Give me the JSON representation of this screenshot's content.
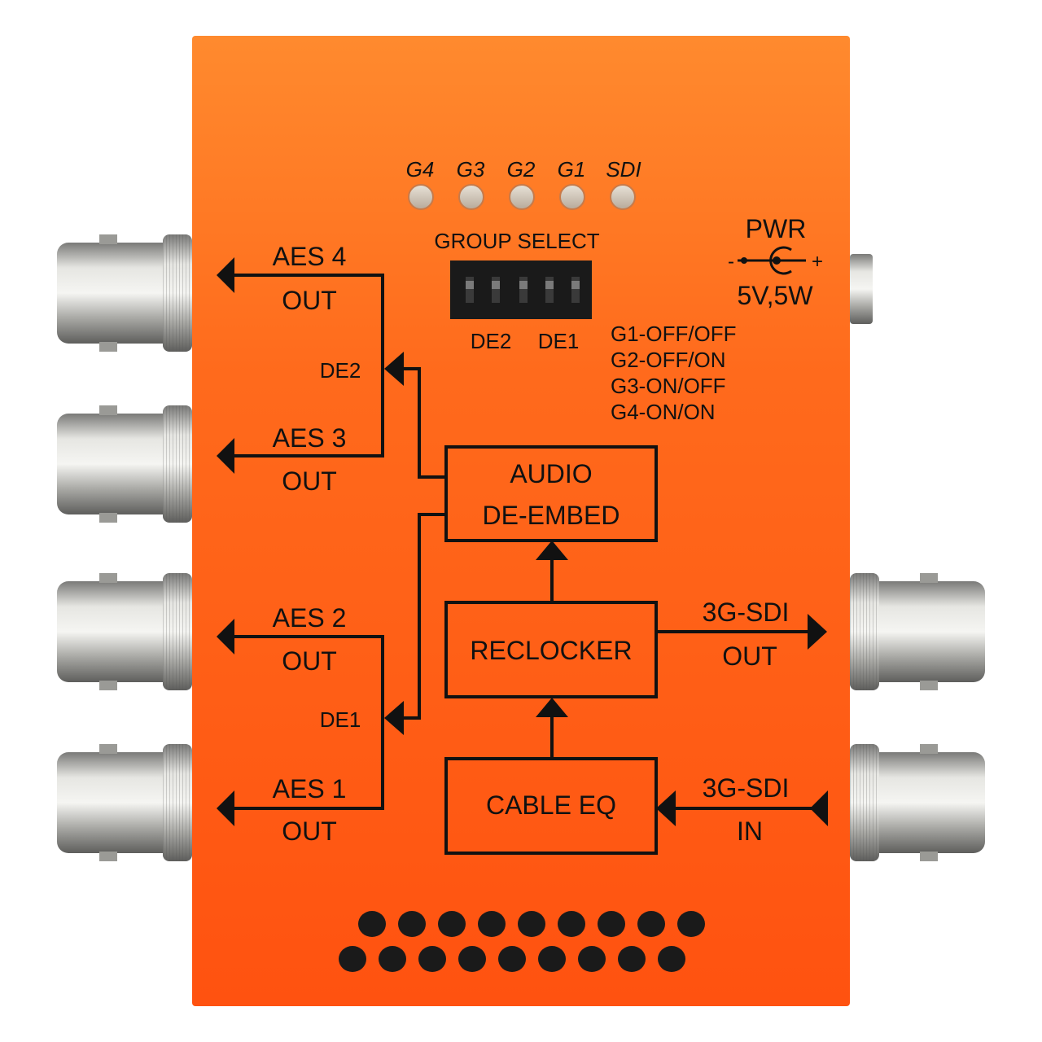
{
  "leds": [
    {
      "label": "G4"
    },
    {
      "label": "G3"
    },
    {
      "label": "G2"
    },
    {
      "label": "G1"
    },
    {
      "label": "SDI"
    }
  ],
  "group_select": {
    "title": "GROUP SELECT",
    "switch_labels": [
      "DE2",
      "DE1"
    ],
    "modes": [
      "G1-OFF/OFF",
      "G2-OFF/ON",
      "G3-ON/OFF",
      "G4-ON/ON"
    ]
  },
  "power": {
    "title": "PWR",
    "minus": "-",
    "plus": "+",
    "rating": "5V,5W"
  },
  "outputs": [
    {
      "line1": "AES 4",
      "line2": "OUT"
    },
    {
      "line1": "AES 3",
      "line2": "OUT"
    },
    {
      "line1": "AES 2",
      "line2": "OUT"
    },
    {
      "line1": "AES 1",
      "line2": "OUT"
    }
  ],
  "de_labels": [
    "DE2",
    "DE1"
  ],
  "blocks": {
    "audio_line1": "AUDIO",
    "audio_line2": "DE-EMBED",
    "reclocker": "RECLOCKER",
    "cable_eq": "CABLE EQ"
  },
  "sdi_out": {
    "line1": "3G-SDI",
    "line2": "OUT"
  },
  "sdi_in": {
    "line1": "3G-SDI",
    "line2": "IN"
  },
  "colors": {
    "chassis": "#ff5a14",
    "chassis_top": "#ff8a2e",
    "ink": "#111111",
    "metal": "#b8b8b4"
  }
}
